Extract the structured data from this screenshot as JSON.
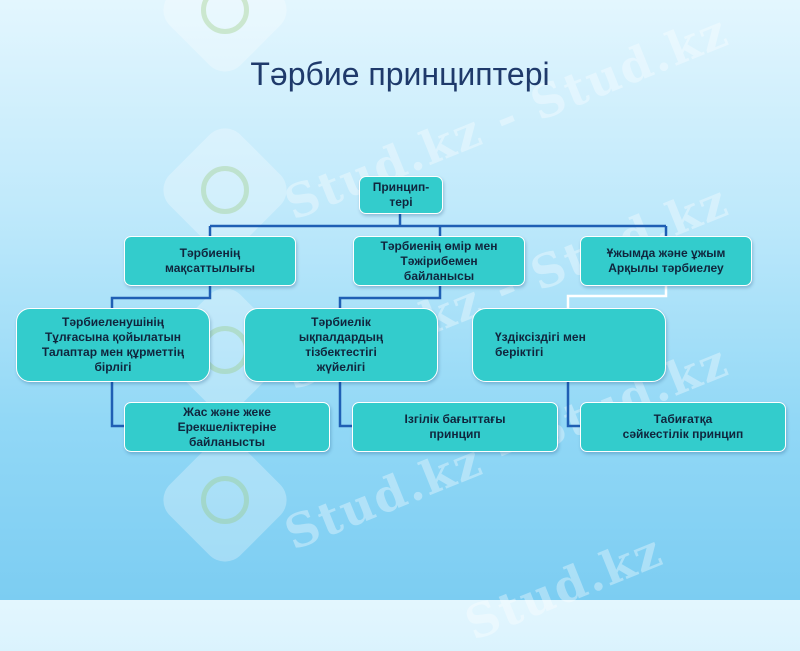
{
  "title": "Тәрбие принциптері",
  "watermark": "Stud.kz - Stud.kz",
  "nodes": {
    "root": "Принцип-\nтері",
    "l1_a": "Тәрбиенің\nмақсаттылығы",
    "l1_b": "Тәрбиенің өмір мен\nТәжірибемен\nбайланысы",
    "l1_c": "Ұжымда және ұжым\nАрқылы тәрбиелеу",
    "l2_a": "Тәрбиеленушінің\nТұлғасына қойылатын\nТалаптар мен құрметтің\nбірлігі",
    "l2_b": "Тәрбиелік\nықпалдардың\nтізбектестігі\nжүйелігі",
    "l2_c": "Үздіксіздігі мен\nберіктігі",
    "l3_a": "Жас және жеке\nЕрекшеліктеріне\nбайланысты",
    "l3_b": "Ізгілік бағыттағы\nпринцип",
    "l3_c": "Табиғатқа\nсәйкестілік принцип"
  },
  "colors": {
    "box_fill": "#33cccc",
    "connector": "#1f5fb4",
    "title": "#1f3a6b"
  }
}
